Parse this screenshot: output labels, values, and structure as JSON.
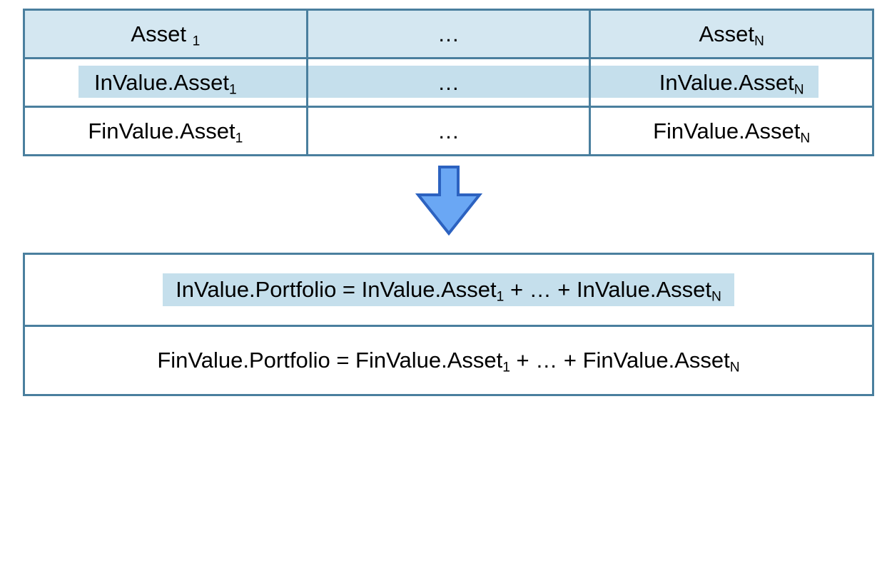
{
  "table": {
    "header": {
      "col1": {
        "base": "Asset ",
        "sub": "1"
      },
      "col2": "…",
      "col3": {
        "base": "Asset",
        "sub": "N"
      }
    },
    "initial_row": {
      "col1": {
        "base": "InValue.Asset",
        "sub": "1"
      },
      "col2": "…",
      "col3": {
        "base": "InValue.Asset",
        "sub": "N"
      }
    },
    "final_row": {
      "col1": {
        "base": "FinValue.Asset",
        "sub": "1"
      },
      "col2": "…",
      "col3": {
        "base": "FinValue.Asset",
        "sub": "N"
      }
    }
  },
  "portfolio": {
    "initial": {
      "prefix": "InValue.Portfolio = InValue.Asset",
      "sub1": "1",
      "middle": " + … + InValue.Asset",
      "sub2": "N"
    },
    "final": {
      "prefix": "FinValue.Portfolio = FinValue.Asset",
      "sub1": "1",
      "middle": " + … + FinValue.Asset",
      "sub2": "N"
    }
  },
  "colors": {
    "border": "#4a7f9e",
    "header_fill": "#d4e7f1",
    "highlight_fill": "#c5dfec",
    "arrow_fill": "#6aa7f4",
    "arrow_stroke": "#2c62c0"
  },
  "icons": {
    "flow_arrow": "down-arrow-icon"
  }
}
